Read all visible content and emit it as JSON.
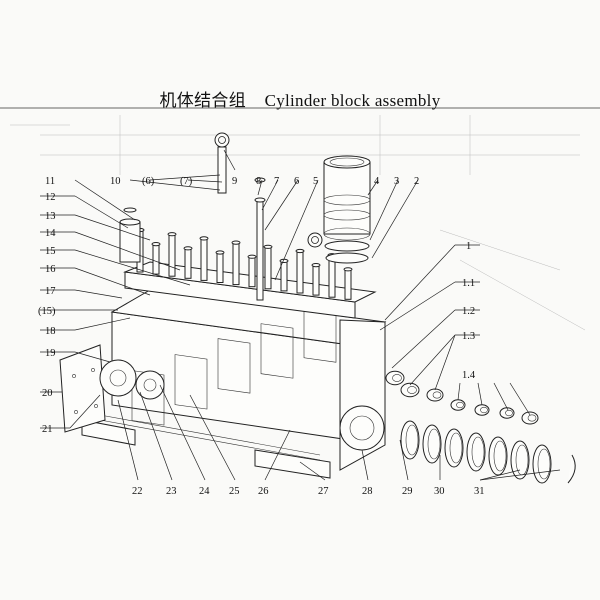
{
  "title": {
    "cn": "机体结合组",
    "en": "Cylinder block assembly"
  },
  "labels": [
    {
      "id": "11",
      "text": "11"
    },
    {
      "id": "10",
      "text": "10"
    },
    {
      "id": "p6",
      "text": "(6)"
    },
    {
      "id": "p7",
      "text": "(7)"
    },
    {
      "id": "9",
      "text": "9"
    },
    {
      "id": "8",
      "text": "8"
    },
    {
      "id": "7",
      "text": "7"
    },
    {
      "id": "6",
      "text": "6"
    },
    {
      "id": "5",
      "text": "5"
    },
    {
      "id": "4",
      "text": "4"
    },
    {
      "id": "3",
      "text": "3"
    },
    {
      "id": "2",
      "text": "2"
    },
    {
      "id": "12",
      "text": "12"
    },
    {
      "id": "13",
      "text": "13"
    },
    {
      "id": "14",
      "text": "14"
    },
    {
      "id": "15",
      "text": "15"
    },
    {
      "id": "16",
      "text": "16"
    },
    {
      "id": "17",
      "text": "17"
    },
    {
      "id": "p15",
      "text": "(15)"
    },
    {
      "id": "18",
      "text": "18"
    },
    {
      "id": "19",
      "text": "19"
    },
    {
      "id": "20",
      "text": "20"
    },
    {
      "id": "21",
      "text": "21"
    },
    {
      "id": "1",
      "text": "1"
    },
    {
      "id": "1.1",
      "text": "1.1"
    },
    {
      "id": "1.2",
      "text": "1.2"
    },
    {
      "id": "1.3",
      "text": "1.3"
    },
    {
      "id": "1.4",
      "text": "1.4"
    },
    {
      "id": "22",
      "text": "22"
    },
    {
      "id": "23",
      "text": "23"
    },
    {
      "id": "24",
      "text": "24"
    },
    {
      "id": "25",
      "text": "25"
    },
    {
      "id": "26",
      "text": "26"
    },
    {
      "id": "27",
      "text": "27"
    },
    {
      "id": "28",
      "text": "28"
    },
    {
      "id": "29",
      "text": "29"
    },
    {
      "id": "30",
      "text": "30"
    },
    {
      "id": "31",
      "text": "31"
    }
  ]
}
